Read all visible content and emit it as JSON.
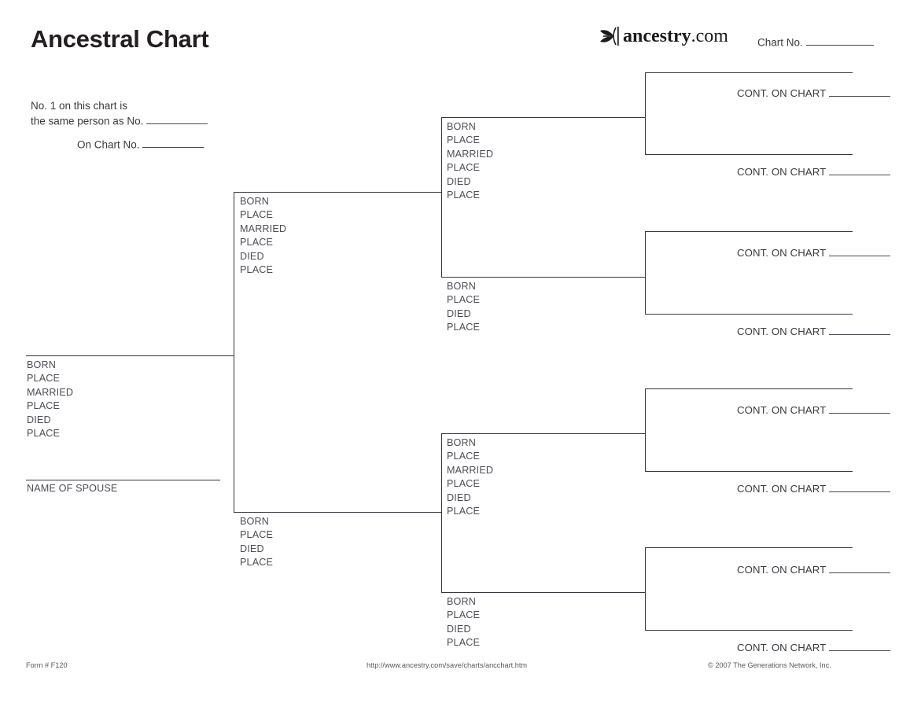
{
  "header": {
    "title": "Ancestral Chart",
    "brand_name": "ancestry",
    "brand_tld": ".com",
    "brand_icon": "ancestry-leaf-logo",
    "chart_no_label": "Chart No.",
    "chart_no_value": ""
  },
  "note": {
    "line1": "No. 1 on this chart is",
    "line2": "the same person as No.",
    "line2_value": "",
    "line3": "On Chart No.",
    "line3_value": ""
  },
  "labels": {
    "born": "BORN",
    "place": "PLACE",
    "married": "MARRIED",
    "died": "DIED",
    "name_of_spouse": "NAME OF SPOUSE",
    "cont_on_chart": "CONT. ON CHART"
  },
  "chart_data": {
    "type": "diagram",
    "title": "Ancestral Chart",
    "generations": 4,
    "persons": [
      {
        "id": 1,
        "generation": 1,
        "name_value": "",
        "fields": [
          "BORN",
          "PLACE",
          "MARRIED",
          "PLACE",
          "DIED",
          "PLACE"
        ],
        "spouse_label": "NAME OF SPOUSE",
        "spouse_value": ""
      },
      {
        "id": 2,
        "generation": 2,
        "role": "father",
        "name_value": "",
        "fields": [
          "BORN",
          "PLACE",
          "MARRIED",
          "PLACE",
          "DIED",
          "PLACE"
        ]
      },
      {
        "id": 3,
        "generation": 2,
        "role": "mother",
        "name_value": "",
        "fields": [
          "BORN",
          "PLACE",
          "DIED",
          "PLACE"
        ]
      },
      {
        "id": 4,
        "generation": 3,
        "role": "father",
        "name_value": "",
        "fields": [
          "BORN",
          "PLACE",
          "MARRIED",
          "PLACE",
          "DIED",
          "PLACE"
        ]
      },
      {
        "id": 5,
        "generation": 3,
        "role": "mother",
        "name_value": "",
        "fields": [
          "BORN",
          "PLACE",
          "DIED",
          "PLACE"
        ]
      },
      {
        "id": 6,
        "generation": 3,
        "role": "father",
        "name_value": "",
        "fields": [
          "BORN",
          "PLACE",
          "MARRIED",
          "PLACE",
          "DIED",
          "PLACE"
        ]
      },
      {
        "id": 7,
        "generation": 3,
        "role": "mother",
        "name_value": "",
        "fields": [
          "BORN",
          "PLACE",
          "DIED",
          "PLACE"
        ]
      },
      {
        "id": 8,
        "generation": 4,
        "name_value": "",
        "cont_label": "CONT. ON CHART",
        "cont_value": ""
      },
      {
        "id": 9,
        "generation": 4,
        "name_value": "",
        "cont_label": "CONT. ON CHART",
        "cont_value": ""
      },
      {
        "id": 10,
        "generation": 4,
        "name_value": "",
        "cont_label": "CONT. ON CHART",
        "cont_value": ""
      },
      {
        "id": 11,
        "generation": 4,
        "name_value": "",
        "cont_label": "CONT. ON CHART",
        "cont_value": ""
      },
      {
        "id": 12,
        "generation": 4,
        "name_value": "",
        "cont_label": "CONT. ON CHART",
        "cont_value": ""
      },
      {
        "id": 13,
        "generation": 4,
        "name_value": "",
        "cont_label": "CONT. ON CHART",
        "cont_value": ""
      },
      {
        "id": 14,
        "generation": 4,
        "name_value": "",
        "cont_label": "CONT. ON CHART",
        "cont_value": ""
      },
      {
        "id": 15,
        "generation": 4,
        "name_value": "",
        "cont_label": "CONT. ON CHART",
        "cont_value": ""
      }
    ]
  },
  "footer": {
    "form_number": "Form # F120",
    "url": "http://www.ancestry.com/save/charts/ancchart.htm",
    "copyright": "© 2007 The Generations Network, Inc."
  }
}
